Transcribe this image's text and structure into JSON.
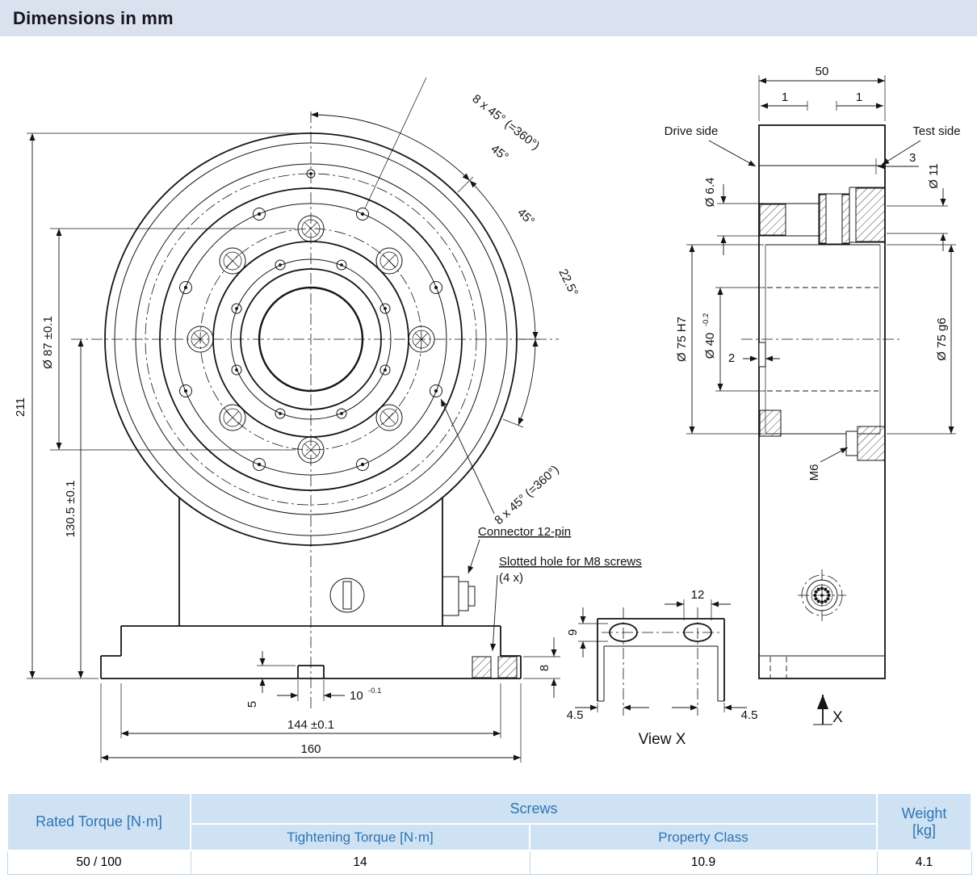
{
  "header": {
    "title": "Dimensions in mm"
  },
  "front_view": {
    "dim_height": "211",
    "dim_bolt_circle": "Ø 87 ±0.1",
    "dim_center_height": "130.5 ±0.1",
    "dim_pattern_top": "8 x 45° (=360°)",
    "dim_angle_45_a": "45°",
    "dim_angle_45_b": "45°",
    "dim_angle_225": "22.5°",
    "dim_pattern_bottom": "8 x 45° (=360°)",
    "connector_label": "Connector 12-pin",
    "slotted_hole_label": "Slotted hole for M8 screws",
    "slotted_hole_count": "(4 x)",
    "dim_notch_depth": "5",
    "dim_notch_width": "10",
    "dim_notch_width_tol": "-0.1",
    "dim_bolt_spacing": "144 ±0.1",
    "dim_base_width": "160",
    "dim_base_thickness": "8"
  },
  "side_view": {
    "dim_depth": "50",
    "dim_chamfer_left": "1",
    "dim_chamfer_right": "1",
    "label_drive_side": "Drive side",
    "label_test_side": "Test side",
    "dim_hole_drive": "Ø 6.4",
    "dim_step": "3",
    "dim_hole_test": "Ø 11",
    "dim_pilot_bore": "Ø 75 H7",
    "dim_inner_bore": "Ø 40",
    "dim_inner_bore_tol": "-0.2",
    "dim_groove": "2",
    "dim_pilot_shaft": "Ø 75 g6",
    "dim_thread": "M6",
    "view_arrow_label": "X"
  },
  "view_x": {
    "dim_slot_length": "12",
    "dim_slot_width": "9",
    "dim_edge_left": "4.5",
    "dim_edge_right": "4.5",
    "label": "View X"
  },
  "table": {
    "header_rated_torque": "Rated Torque [N·m]",
    "header_screws": "Screws",
    "header_tightening": "Tightening Torque [N·m]",
    "header_property": "Property Class",
    "header_weight_line1": "Weight",
    "header_weight_line2": "[kg]",
    "row": {
      "rated_torque": "50 / 100",
      "tightening_torque": "14",
      "property_class": "10.9",
      "weight": "4.1"
    }
  },
  "colors": {
    "header_bar_bg": "#d9e2ee",
    "table_header_bg": "#cfe2f3",
    "table_header_text": "#2e74b5",
    "line_color": "#151515"
  }
}
